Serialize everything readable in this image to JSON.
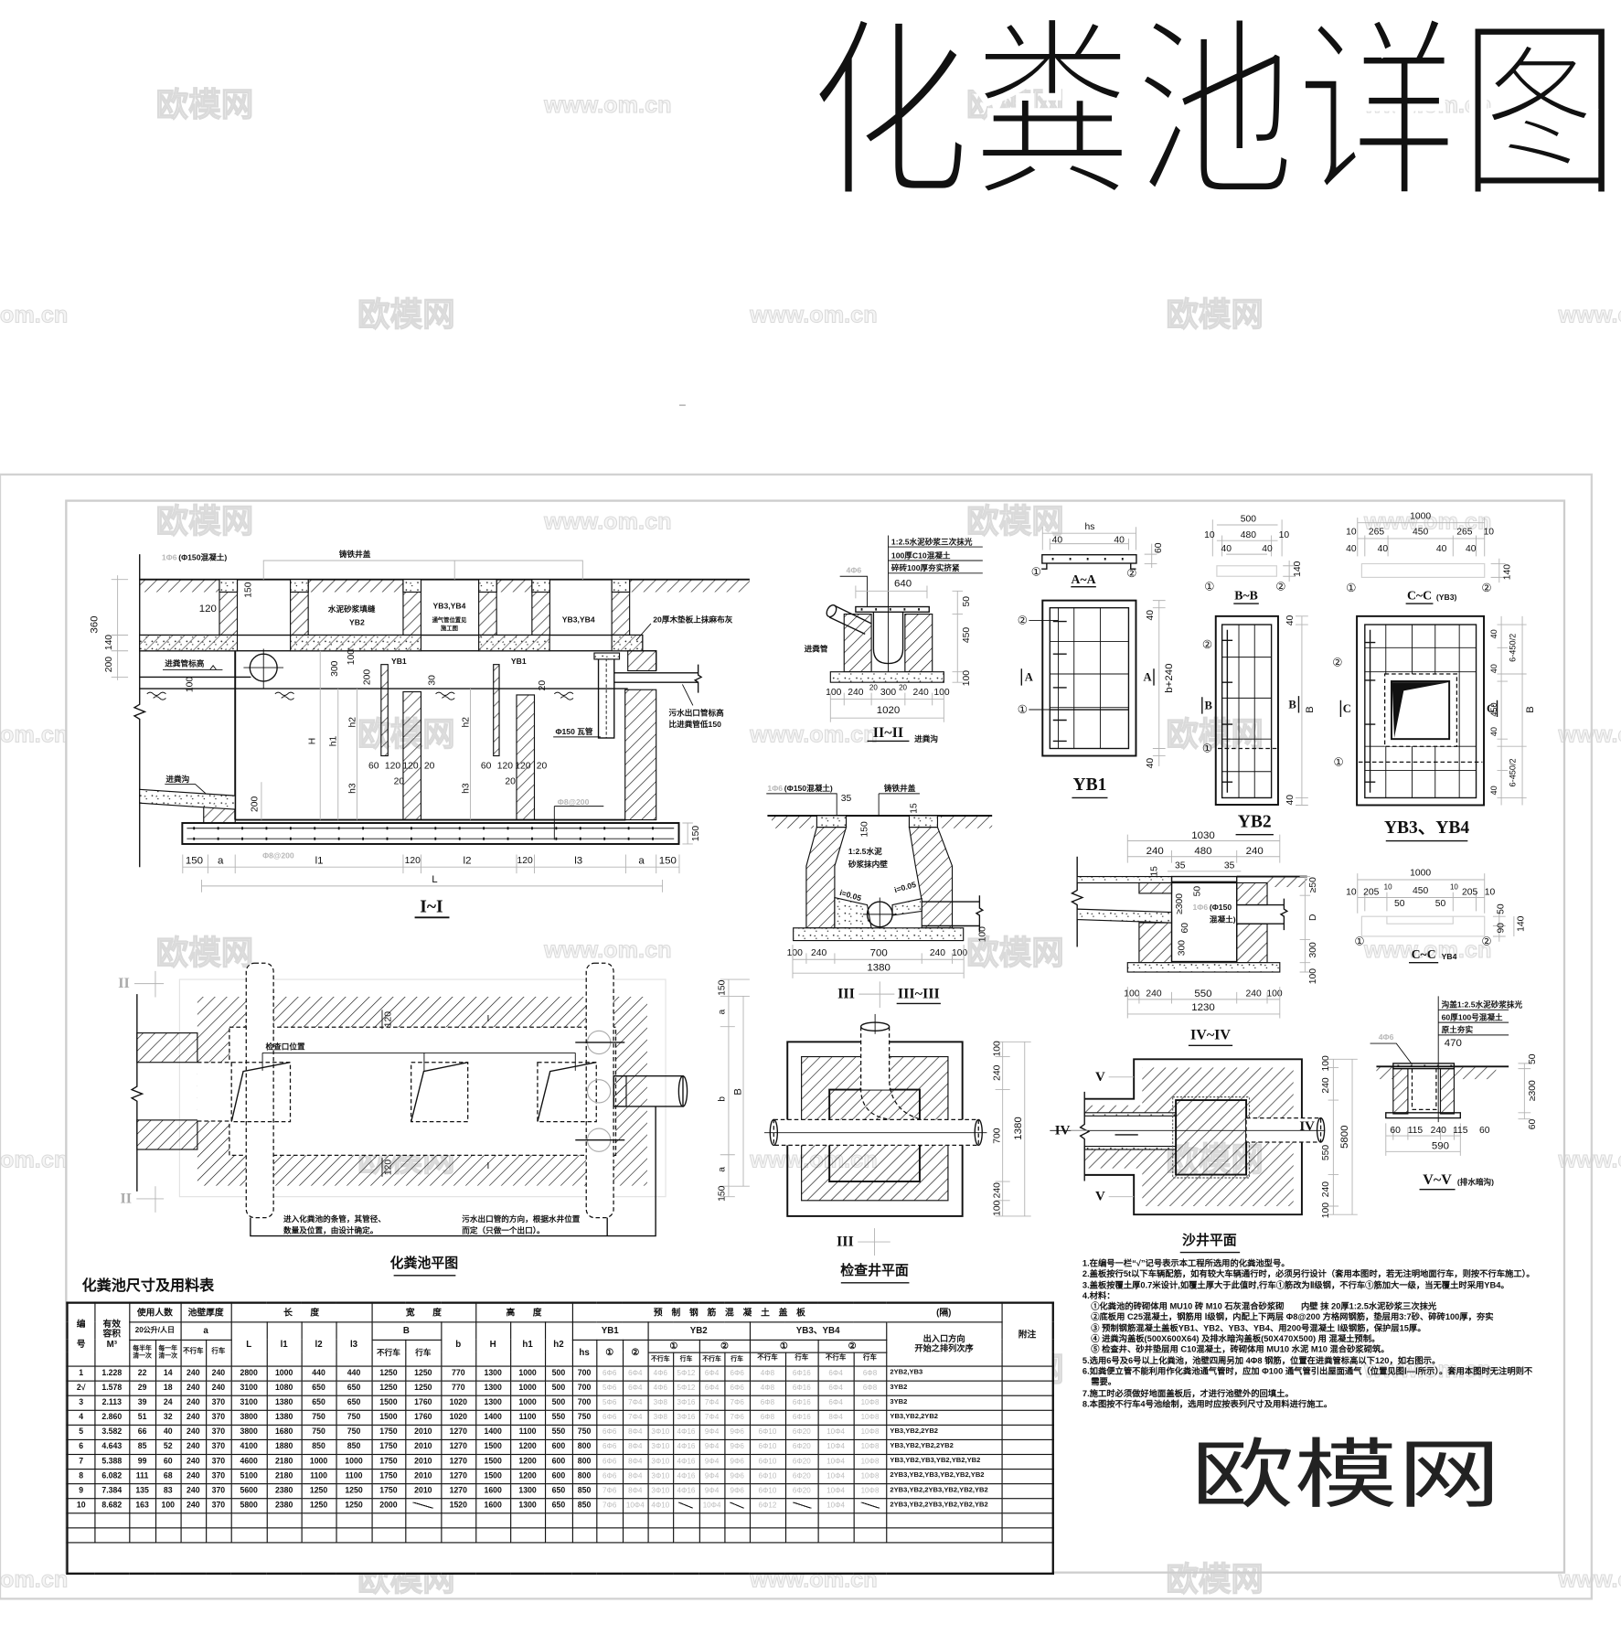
{
  "title": "化粪池详图",
  "watermark": {
    "brand": "欧模网",
    "url": "www.om.cn"
  },
  "logo": "欧模网",
  "s1": {
    "title": "I~I",
    "top_note_num": "1Φ6",
    "top_note": "(Φ150混凝土)",
    "cover": "铸铁井盖",
    "grout": "水泥砂浆填缝",
    "yb2": "YB2",
    "yb34a": "YB3,YB4",
    "vent1": "通气管位置见",
    "vent2": "施工图",
    "yb34b": "YB3,YB4",
    "board": "20厚木垫板上抹麻布灰",
    "inlet": "进粪管标高",
    "outlet1": "污水出口管标高",
    "outlet2": "比进粪管低150",
    "pipe": "Φ150 瓦管",
    "rebar": "Φ8@200",
    "channel": "进粪沟",
    "yb1": "YB1",
    "left_dims": [
      "360",
      "140",
      "200"
    ],
    "neck_dims": [
      "120",
      "150"
    ],
    "inner_dims": [
      "300",
      "100",
      "200",
      "30",
      "20",
      "100",
      "200"
    ],
    "heights": [
      "H",
      "h1",
      "h2",
      "h3"
    ],
    "wall_dims": [
      "60",
      "120",
      "120",
      "20",
      "20"
    ],
    "slab_dim": "150",
    "bottom_dims": [
      "150",
      "a",
      "l1",
      "120",
      "l2",
      "120",
      "l3",
      "a",
      "150"
    ],
    "total": "L"
  },
  "plan": {
    "title": "化粪池平图",
    "section_mark": "II",
    "inspection": "检查口位置",
    "wall_dim": "120",
    "cut_mark": "I",
    "note_in": [
      "进入化粪池的条管，其管径、",
      "数量及位置，由设计确定。"
    ],
    "note_out": [
      "污水出口管的方向，根据水井位置",
      "而定（只做一个出口）。"
    ],
    "right_dims": [
      "150",
      "a",
      "b",
      "a",
      "150"
    ],
    "total": "B"
  },
  "s2": {
    "title": "II~II",
    "subtitle": "进粪沟",
    "layers": [
      "1:2.5水泥砂浆三次抹光",
      "100厚C10混凝土",
      "碎砖100厚夯实挤紧"
    ],
    "width": "640",
    "rebar": "4Φ6",
    "pipe": "进粪管",
    "right_dims": [
      "50",
      "450",
      "100"
    ],
    "bottom_dims": [
      "100",
      "240",
      "20",
      "300",
      "20",
      "240",
      "100"
    ],
    "total": "1020"
  },
  "s3": {
    "title": "III~III",
    "mark": "III",
    "top_note_num": "1Φ6",
    "top_note": "(Φ150混凝土)",
    "cover": "铸铁井盖",
    "dims_top": [
      "35",
      "15",
      "150"
    ],
    "plaster": [
      "1:2.5水泥",
      "砂浆抹内壁"
    ],
    "slopes": [
      "i=0.05",
      "i=0.05"
    ],
    "right_dim": "100",
    "bottom_dims": [
      "100",
      "240",
      "700",
      "240",
      "100"
    ],
    "total": "1380"
  },
  "s4": {
    "title": "IV~IV",
    "total_top": "1030",
    "top_dims": [
      "240",
      "480",
      "240"
    ],
    "gap_dims": [
      "35",
      "35"
    ],
    "inner_dims": [
      "15",
      "≥300",
      "50",
      "60",
      "300"
    ],
    "note_num": "1Φ6",
    "note": [
      "(Φ150",
      "混凝土)"
    ],
    "right_dims": [
      "≥50",
      "D",
      "300",
      "100"
    ],
    "bottom_dims": [
      "100",
      "240",
      "550",
      "240",
      "100"
    ],
    "total": "1230"
  },
  "yb1": {
    "title": "YB1",
    "section_title": "A~A",
    "cut": "A",
    "sec_dims": [
      "hs",
      "40",
      "40",
      "60"
    ],
    "bar1": "①",
    "bar2": "②",
    "side_dims": [
      "40",
      "b+240",
      "40"
    ]
  },
  "yb2": {
    "title": "YB2",
    "section_title": "B~B",
    "cut": "B",
    "sec_dims": [
      "500",
      "10",
      "480",
      "10",
      "40",
      "40",
      "140"
    ],
    "bar1": "①",
    "bar2": "②",
    "side_dims": [
      "40",
      "B",
      "40"
    ]
  },
  "yb3": {
    "title": "YB3、YB4",
    "section_title": "C~C",
    "section_tag": "(YB3)",
    "cut": "C",
    "sec_dims": [
      "1000",
      "10",
      "265",
      "450",
      "265",
      "10",
      "40",
      "40",
      "40",
      "40",
      "140"
    ],
    "bar1": "①",
    "bar2": "②",
    "side_dims": [
      "40",
      "6-450/2",
      "40",
      "450",
      "40",
      "6-450/2",
      "40"
    ],
    "total": "B"
  },
  "yb4": {
    "section_title": "C~C",
    "section_tag": "YB4",
    "sec_dims": [
      "1000",
      "10",
      "205",
      "10",
      "450",
      "10",
      "205",
      "10",
      "50",
      "50"
    ],
    "side_dims": [
      "50",
      "90",
      "140"
    ],
    "bar1": "①",
    "bar2": "②"
  },
  "s5": {
    "title": "V~V",
    "subtitle": "(排水暗沟)",
    "layers": [
      "沟盖1:2.5水泥砂浆抹光",
      "60厚100号混凝土",
      "原土夯实"
    ],
    "width": "470",
    "rebar": "4Φ6",
    "right_dims": [
      "50",
      "≥300",
      "60"
    ],
    "bottom_dims": [
      "60",
      "115",
      "240",
      "115",
      "60"
    ],
    "total": "590"
  },
  "inspection": {
    "title": "检查井平面",
    "mark": "III",
    "dims": [
      "100",
      "240",
      "700",
      "240",
      "100"
    ],
    "total": "1380"
  },
  "sand_well": {
    "title": "沙井平面",
    "marks": [
      "V",
      "V",
      "IV",
      "IV"
    ],
    "dims": [
      "100",
      "240",
      "550",
      "240",
      "100"
    ],
    "total": "5800"
  },
  "table": {
    "title": "化粪池尺寸及用料表",
    "headers": {
      "number": "编\n\n号",
      "volume": "有效\n容积\nM³",
      "users": "使用人数",
      "usage_rate": "20公升/人日",
      "users_sub": [
        "每半年\n清一次",
        "每一年\n清一次"
      ],
      "wall": "池壁厚度",
      "a": "a",
      "no_traffic": "不行车",
      "traffic": "行车",
      "length": "长　　度",
      "L": "L",
      "l1": "l1",
      "l2": "l2",
      "l3": "l3",
      "width": "宽　　度",
      "B": "B",
      "b": "b",
      "height": "高　　度",
      "H": "H",
      "h1": "h1",
      "h2": "h2",
      "slab": "预　制　钢　筋　混　凝　土　盖　板",
      "slab_unit": "(隔)",
      "yb1": "YB1",
      "yb2": "YB2",
      "yb34": "YB3、YB4",
      "hs": "hs",
      "bar1": "①",
      "bar2": "②",
      "order": "出入口方向\n开始之排列次序",
      "remark": "附注"
    },
    "rows": [
      [
        "1",
        "1.228",
        "22",
        "14",
        "240",
        "240",
        "2800",
        "1000",
        "440",
        "440",
        "1250",
        "1250",
        "770",
        "1300",
        "1000",
        "500",
        "700",
        "6Φ6",
        "6Φ4",
        "4Φ6",
        "5Φ12",
        "6Φ4",
        "6Φ6",
        "4Φ8",
        "6Φ16",
        "6Φ4",
        "6Φ8",
        "2YB2,YB3",
        ""
      ],
      [
        "2√",
        "1.578",
        "29",
        "18",
        "240",
        "240",
        "3100",
        "1080",
        "650",
        "650",
        "1250",
        "1250",
        "770",
        "1300",
        "1000",
        "500",
        "700",
        "5Φ6",
        "6Φ4",
        "4Φ6",
        "5Φ12",
        "6Φ4",
        "6Φ6",
        "4Φ8",
        "6Φ16",
        "6Φ4",
        "6Φ8",
        "3YB2",
        ""
      ],
      [
        "3",
        "2.113",
        "39",
        "24",
        "240",
        "370",
        "3100",
        "1380",
        "650",
        "650",
        "1500",
        "1760",
        "1020",
        "1300",
        "1000",
        "500",
        "700",
        "5Φ6",
        "7Φ4",
        "3Φ8",
        "3Φ16",
        "7Φ4",
        "7Φ6",
        "6Φ8",
        "6Φ16",
        "6Φ4",
        "10Φ8",
        "3YB2",
        ""
      ],
      [
        "4",
        "2.860",
        "51",
        "32",
        "240",
        "370",
        "3800",
        "1380",
        "750",
        "750",
        "1500",
        "1760",
        "1020",
        "1400",
        "1100",
        "550",
        "750",
        "6Φ6",
        "7Φ4",
        "3Φ8",
        "3Φ16",
        "7Φ4",
        "7Φ6",
        "6Φ8",
        "6Φ16",
        "8Φ4",
        "10Φ8",
        "YB3,YB2,2YB2",
        ""
      ],
      [
        "5",
        "3.582",
        "66",
        "40",
        "240",
        "370",
        "3800",
        "1680",
        "750",
        "750",
        "1750",
        "2010",
        "1270",
        "1400",
        "1100",
        "550",
        "750",
        "6Φ6",
        "8Φ4",
        "3Φ10",
        "4Φ16",
        "9Φ4",
        "9Φ6",
        "6Φ10",
        "6Φ20",
        "10Φ4",
        "10Φ8",
        "YB3,YB2,2YB2",
        ""
      ],
      [
        "6",
        "4.643",
        "85",
        "52",
        "240",
        "370",
        "4100",
        "1880",
        "850",
        "850",
        "1750",
        "2010",
        "1270",
        "1500",
        "1200",
        "600",
        "800",
        "6Φ6",
        "8Φ4",
        "3Φ10",
        "4Φ16",
        "9Φ4",
        "9Φ6",
        "6Φ10",
        "6Φ20",
        "10Φ4",
        "10Φ8",
        "YB3,YB2,YB2,2YB2",
        ""
      ],
      [
        "7",
        "5.388",
        "99",
        "60",
        "240",
        "370",
        "4600",
        "2180",
        "1000",
        "1000",
        "1750",
        "2010",
        "1270",
        "1500",
        "1200",
        "600",
        "800",
        "6Φ6",
        "8Φ4",
        "3Φ10",
        "4Φ16",
        "9Φ4",
        "9Φ6",
        "6Φ10",
        "6Φ20",
        "10Φ4",
        "10Φ8",
        "YB3,YB2,YB3,YB2,YB2,YB2",
        ""
      ],
      [
        "8",
        "6.082",
        "111",
        "68",
        "240",
        "370",
        "5100",
        "2180",
        "1100",
        "1100",
        "1750",
        "2010",
        "1270",
        "1500",
        "1200",
        "600",
        "800",
        "6Φ6",
        "8Φ4",
        "3Φ10",
        "4Φ16",
        "9Φ4",
        "9Φ6",
        "6Φ10",
        "6Φ20",
        "10Φ4",
        "10Φ8",
        "2YB3,YB2,YB3,YB2,YB2,YB2",
        ""
      ],
      [
        "9",
        "7.384",
        "135",
        "83",
        "240",
        "370",
        "5600",
        "2380",
        "1250",
        "1250",
        "1750",
        "2010",
        "1270",
        "1600",
        "1300",
        "650",
        "850",
        "7Φ6",
        "8Φ4",
        "3Φ10",
        "4Φ16",
        "9Φ4",
        "9Φ6",
        "6Φ10",
        "6Φ20",
        "10Φ4",
        "10Φ8",
        "2YB3,YB2,2YB3,YB2,YB2,YB2",
        ""
      ],
      [
        "10",
        "8.682",
        "163",
        "100",
        "240",
        "370",
        "5800",
        "2380",
        "1250",
        "1250",
        "2000",
        "/",
        "1520",
        "1600",
        "1300",
        "650",
        "850",
        "7Φ6",
        "10Φ4",
        "4Φ10",
        "/",
        "10Φ4",
        "/",
        "6Φ12",
        "/",
        "10Φ4",
        "/",
        "2YB3,YB2,2YB3,YB2,YB2,YB2",
        ""
      ]
    ]
  },
  "notes": {
    "lines": [
      "1.在编号一栏“√”记号表示本工程所选用的化粪池型号。",
      "2.盖板按行5t以下车辆配筋，如有较大车辆通行时，必须另行设计（套用本图时，若无注明地面行车，则按不行车施工）。",
      "3.盖板按覆土厚0.7米设计,如覆土厚大于此值时,行车①筋改为Ⅱ级钢，不行车①筋加大一级，当无覆土时采用YB4。",
      "4.材料：",
      "　①化粪池的砖砌体用 MU10 砖 M10 石灰混合砂浆砌　　内壁 抹 20厚1:2.5水泥砂浆三次抹光",
      "　②底板用 C25混凝土，钢筋用 Ⅰ级钢，内配上下两层 Φ8@200 方格网钢筋，垫层用3:7砂、碎砖100厚，夯实",
      "　③ 预制钢筋混凝土盖板YB1、YB2、YB3、YB4、用200号混凝土 Ⅰ级钢筋，保护层15厚。",
      "　④ 进粪沟盖板(500X600X64) 及排水暗沟盖板(50X470X500) 用 混凝土预制。",
      "　⑤ 检查井、砂井垫层用 C10混凝土，砖砌体用 MU10 水泥 M10 混合砂浆砌筑。",
      "5.选用6号及6号以上化粪池，池壁四周另加 4Φ8 钢筋，位置在进粪管标高以下120，如右图示。",
      "6.如粪便立管不能利用作化粪池通气管时，应加 Φ100 通气管引出屋面通气（位置见图Ⅰ—Ⅰ所示）。套用本图时无注明则不",
      "　需要。",
      "7.施工时必须做好地面盖板后，才进行池壁外的回填土。",
      "8.本图按不行车4号池绘制，选用时应按表列尺寸及用料进行施工。"
    ]
  }
}
